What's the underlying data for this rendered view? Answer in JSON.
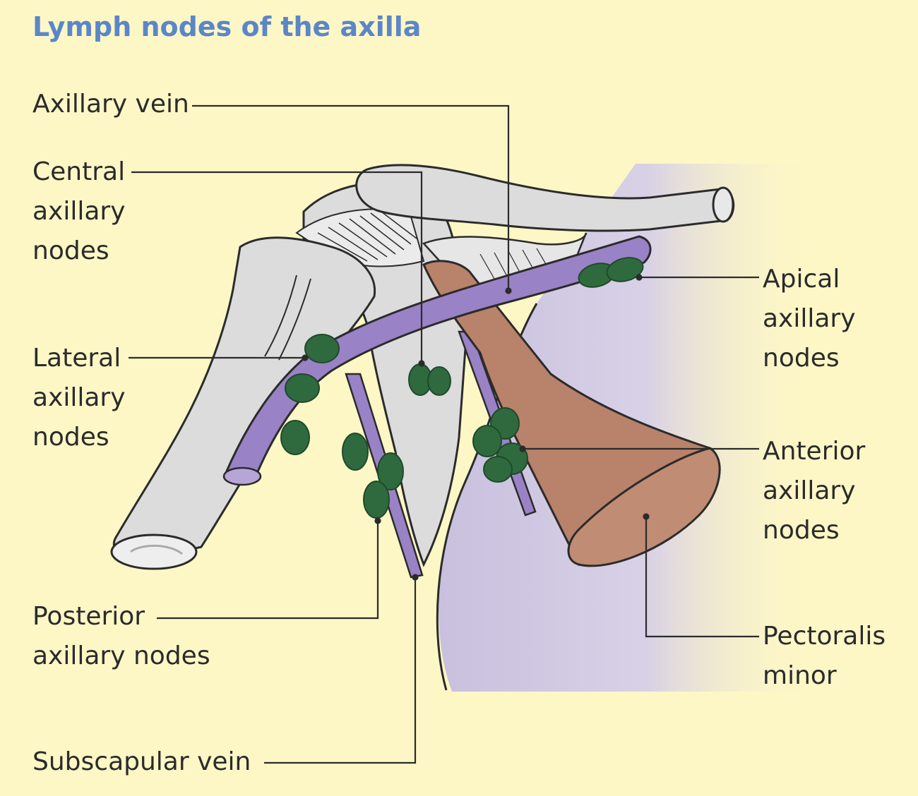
{
  "title": "Lymph nodes of the axilla",
  "labels": {
    "axillary_vein": [
      "Axillary vein"
    ],
    "central_nodes": [
      "Central",
      "axillary",
      "nodes"
    ],
    "lateral_nodes": [
      "Lateral",
      "axillary",
      "nodes"
    ],
    "posterior_nodes": [
      "Posterior",
      "axillary nodes"
    ],
    "subscapular_vein": [
      "Subscapular vein"
    ],
    "apical_nodes": [
      "Apical",
      "axillary",
      "nodes"
    ],
    "anterior_nodes": [
      "Anterior",
      "axillary",
      "nodes"
    ],
    "pectoralis_minor": [
      "Pectoralis",
      "minor"
    ]
  },
  "colors": {
    "background": "#fdf7c6",
    "title": "#5b86c8",
    "bone": "#dcdcdc",
    "vein": "#9a82c6",
    "muscle": "#b9826a",
    "node": "#2e6a3e",
    "chest_wall": "#cbc3df",
    "outline": "#2b2b2b"
  }
}
